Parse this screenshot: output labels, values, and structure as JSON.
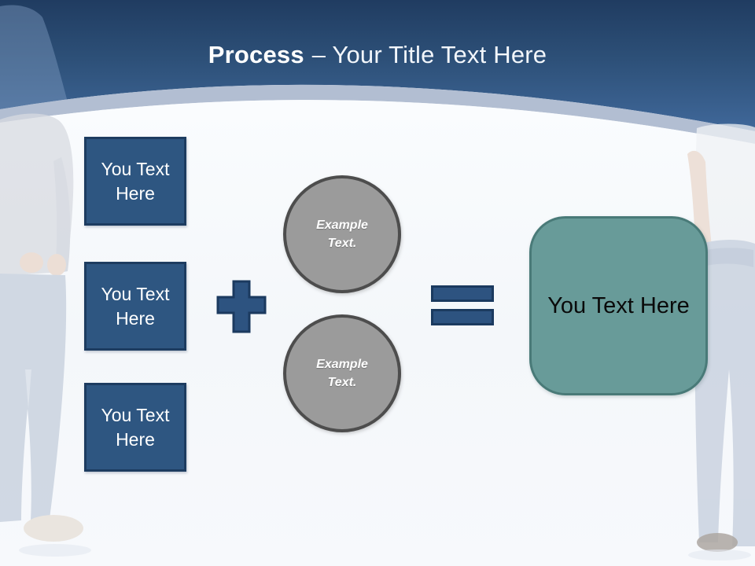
{
  "slide": {
    "header": {
      "title_bold": "Process",
      "title_regular": "– Your Title Text Here"
    },
    "diagram": {
      "input_boxes": [
        {
          "label": "You Text Here"
        },
        {
          "label": "You Text Here"
        },
        {
          "label": "You Text Here"
        }
      ],
      "plus_icon": "plus",
      "circles": [
        {
          "label": "Example Text."
        },
        {
          "label": "Example Text."
        }
      ],
      "equals_icon": "equals",
      "result_box": {
        "label": "You Text Here"
      }
    },
    "decorations": {
      "left_figure": "faded photo of standing man in sweater and jeans",
      "right_figure": "faded photo of standing woman in white top and jeans"
    },
    "colors": {
      "header_blue_dark": "#203C61",
      "header_blue_light": "#40689A",
      "curve_band": "#B2BED2",
      "body_background": "#F5F7FA",
      "box_blue_fill": "#2E5681",
      "box_blue_border": "#1D3C60",
      "operator_fill": "#2D5380",
      "operator_border": "#1B3A5F",
      "circle_gray_fill": "#9B9B9B",
      "circle_gray_border": "#4D4D4D",
      "result_teal_fill": "#689B99",
      "result_teal_border": "#497A78",
      "title_text": "#FFFFFF"
    }
  }
}
